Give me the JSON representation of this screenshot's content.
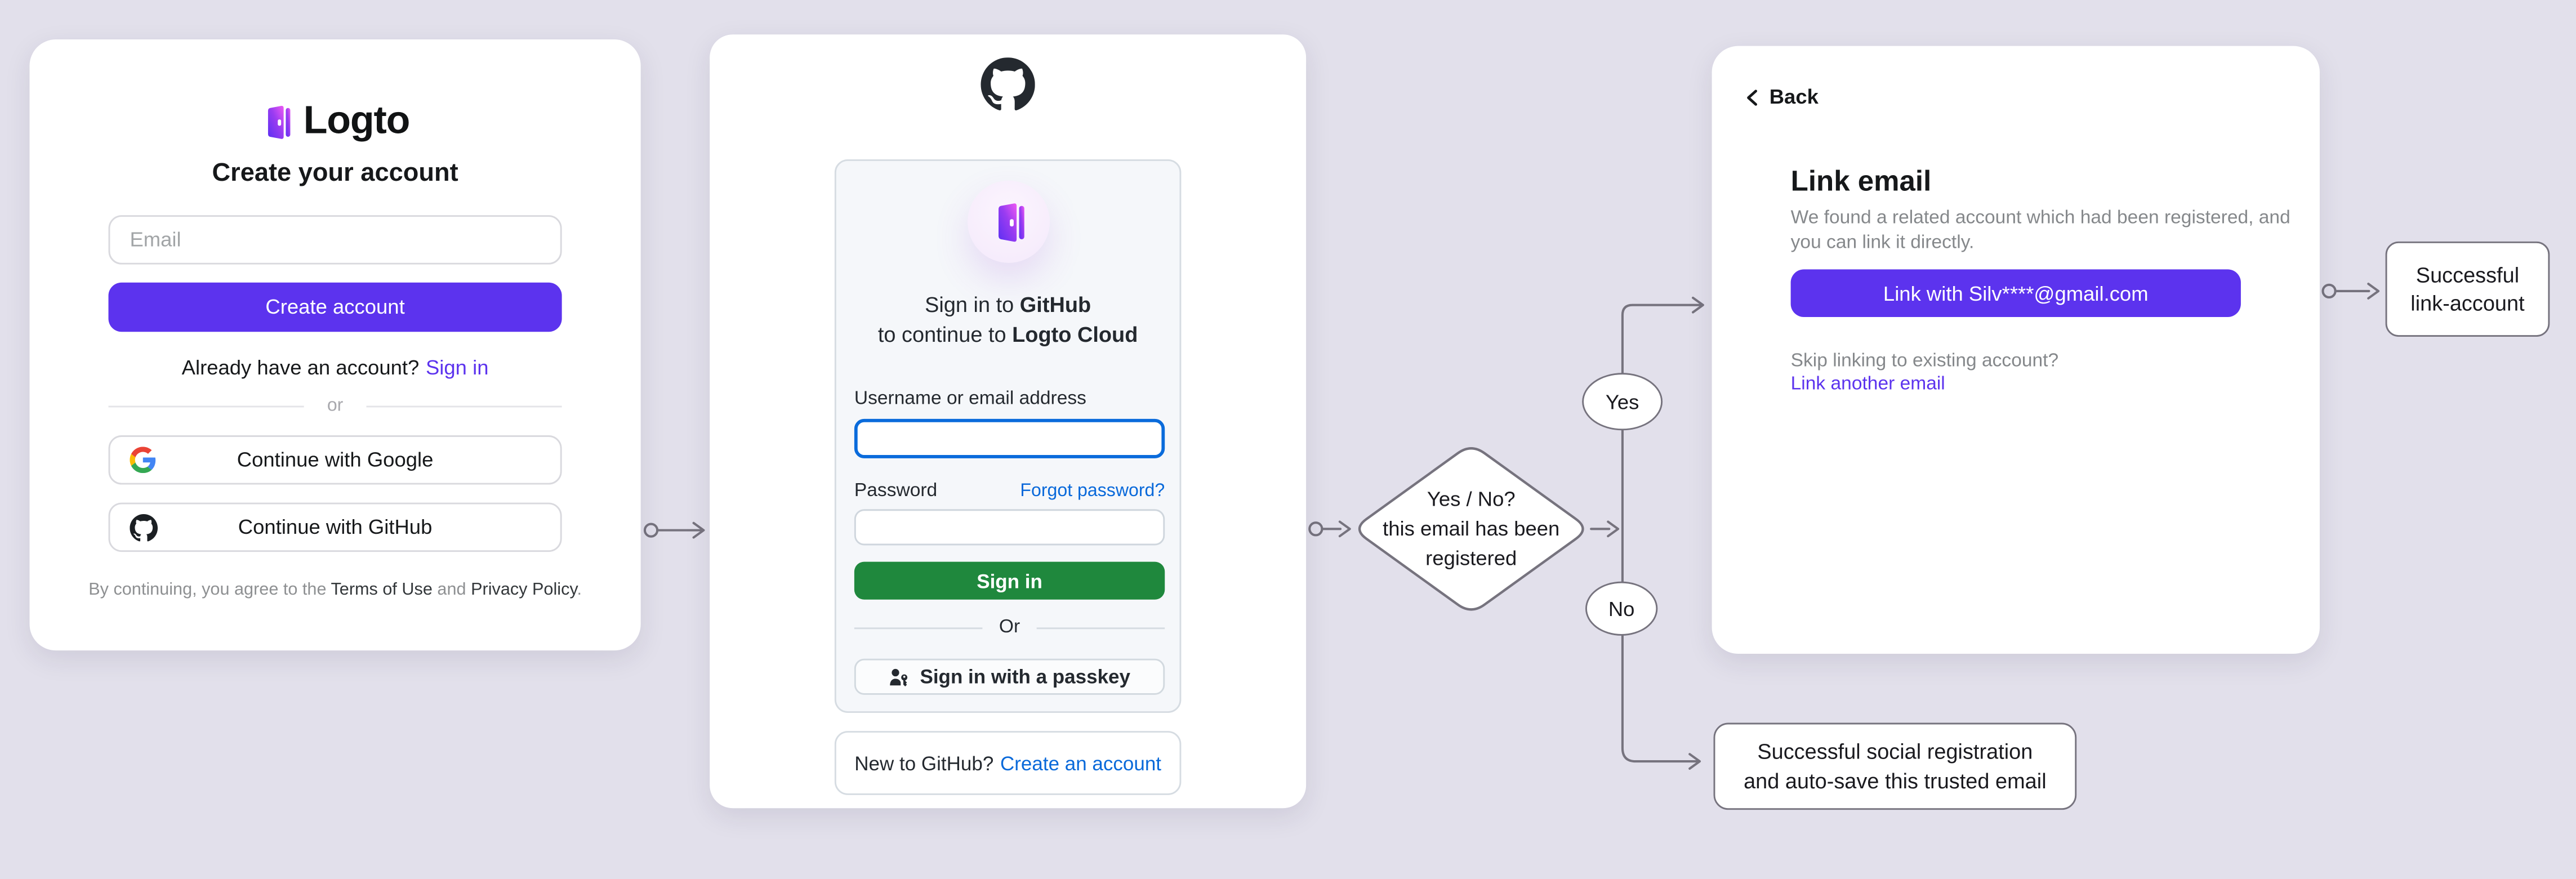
{
  "logto_card": {
    "brand": "Logto",
    "title": "Create your account",
    "email_placeholder": "Email",
    "create_button": "Create account",
    "signin_prompt": "Already have an account?",
    "signin_link": "Sign in",
    "divider": "or",
    "google_button": "Continue with Google",
    "github_button": "Continue with GitHub",
    "terms_prefix": "By continuing, you agree to the ",
    "terms_link": "Terms of Use",
    "terms_and": " and ",
    "privacy_link": "Privacy Policy",
    "terms_suffix": "."
  },
  "github_card": {
    "signin_line1_prefix": "Sign in to ",
    "signin_line1_bold": "GitHub",
    "signin_line2_prefix": "to continue to ",
    "signin_line2_bold": "Logto Cloud",
    "username_label": "Username or email address",
    "password_label": "Password",
    "forgot_link": "Forgot password?",
    "signin_button": "Sign in",
    "divider": "Or",
    "passkey_button": "Sign in with a passkey",
    "new_prompt": "New to GitHub?",
    "create_link": "Create an account"
  },
  "link_card": {
    "back": "Back",
    "title": "Link email",
    "description_line1": "We found a related account which had been registered, and",
    "description_line2": "you can link it directly.",
    "link_button": "Link with Silv****@gmail.com",
    "skip_prompt": "Skip linking to existing account?",
    "skip_link": "Link another email"
  },
  "flow": {
    "decision_line1": "Yes / No?",
    "decision_line2": "this email has been",
    "decision_line3": "registered",
    "yes_label": "Yes",
    "no_label": "No",
    "outcome_link_line1": "Successful",
    "outcome_link_line2": "link-account",
    "outcome_social_line1": "Successful social registration",
    "outcome_social_line2": "and auto-save this trusted email"
  },
  "icons": {
    "logto_logo": "door-icon",
    "github_logo": "octocat-icon",
    "google_logo": "google-g-icon",
    "passkey": "person-key-icon",
    "back": "chevron-left-icon"
  },
  "colors": {
    "accent_purple": "#5c33ee",
    "github_green": "#1f883d",
    "github_blue": "#0969da",
    "flow_stroke": "#76737e",
    "background": "#e2e0eb"
  }
}
